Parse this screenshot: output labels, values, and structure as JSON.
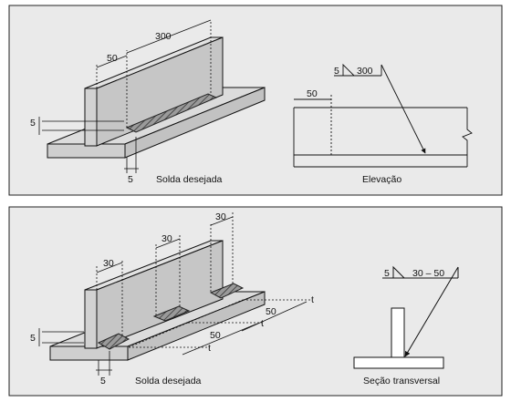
{
  "panel_top": {
    "dim_length": "300",
    "dim_offset": "50",
    "dim_size_left": "5",
    "dim_size_bottom": "5",
    "caption_desired": "Solda desejada",
    "symbol_size": "5",
    "symbol_length": "300",
    "elev_dim": "50",
    "caption_elevation": "Elevação"
  },
  "panel_bottom": {
    "dim_seg1": "30",
    "dim_seg2": "30",
    "dim_seg3": "30",
    "dim_pitch1": "50",
    "dim_pitch2": "50",
    "pitch_t1": "t",
    "pitch_t2": "t",
    "pitch_t3": "t",
    "dim_size_left": "5",
    "dim_size_bottom": "5",
    "caption_desired": "Solda desejada",
    "symbol_size": "5",
    "symbol_spec": "30 – 50",
    "caption_section": "Seção transversal"
  },
  "colors": {
    "panel_bg": "#eaeaea",
    "plate": "#d9d9d9",
    "web": "#c8c8c8",
    "weld": "#7a7a7a",
    "line": "#111111"
  }
}
